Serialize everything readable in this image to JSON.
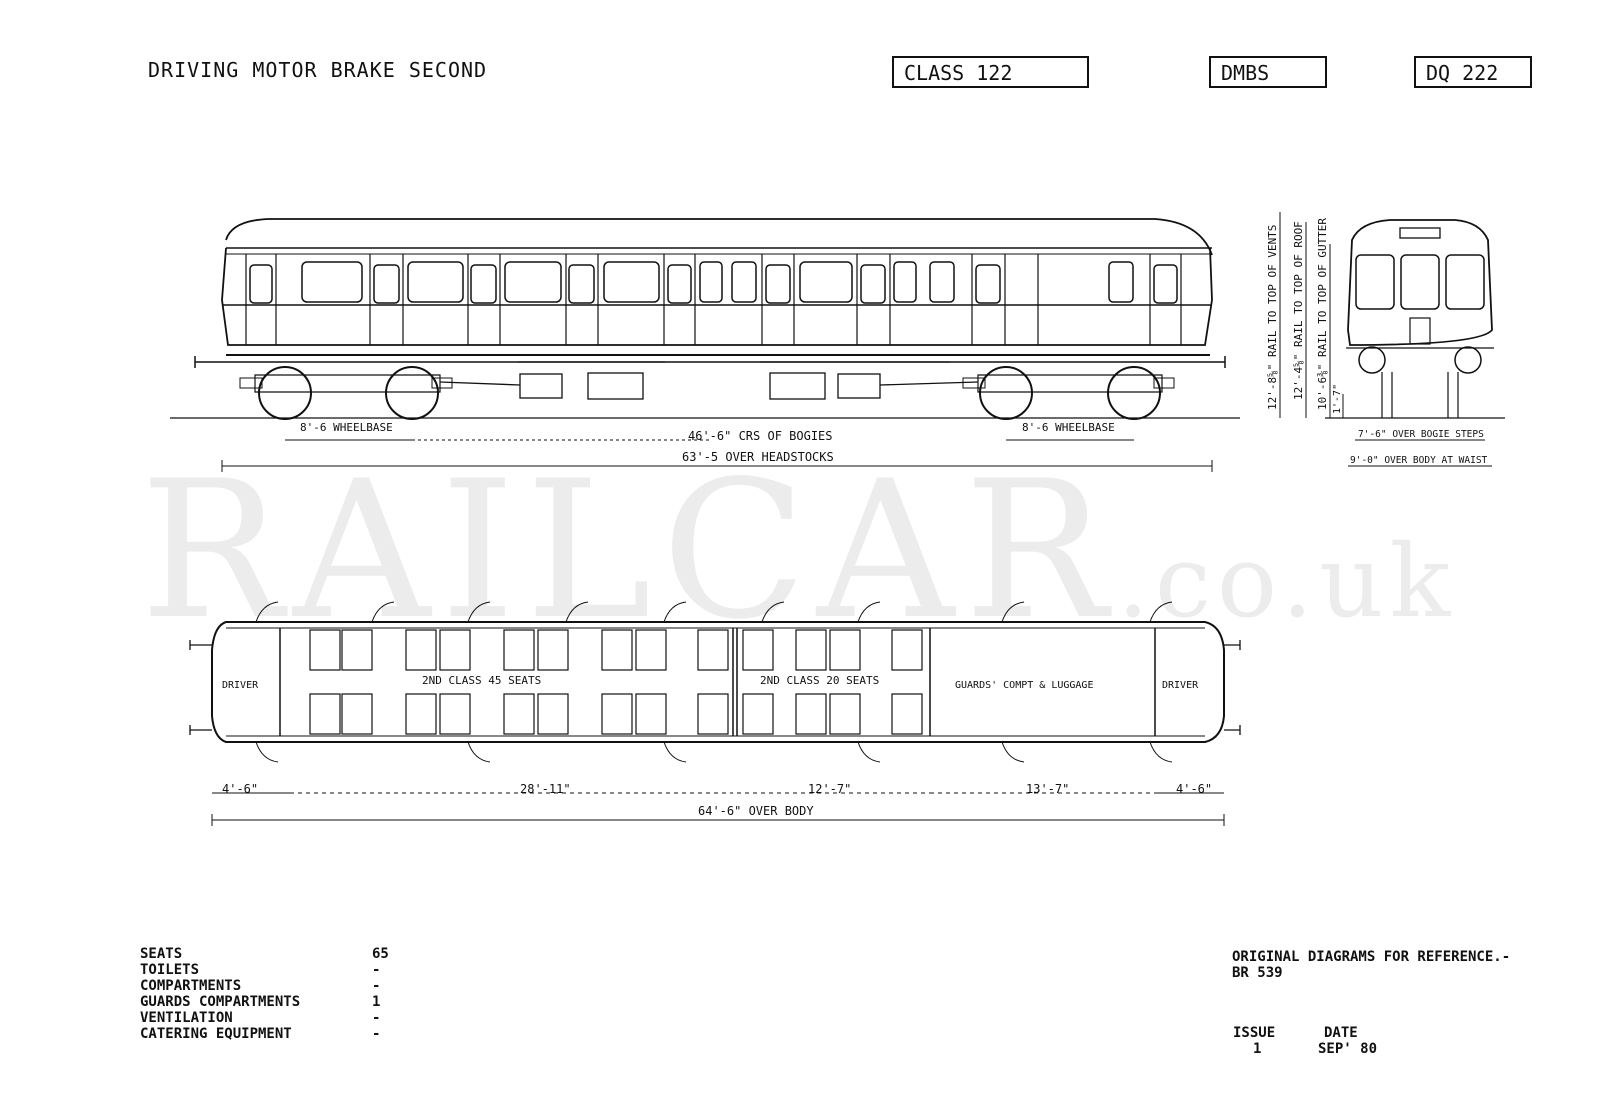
{
  "header": {
    "title": "DRIVING MOTOR BRAKE SECOND",
    "class_label": "CLASS 122",
    "type_code": "DMBS",
    "diagram_code": "DQ 222"
  },
  "watermark": {
    "main": "RAILCAR",
    "suffix": ".co.uk"
  },
  "side_view": {
    "dims": {
      "wheelbase_left": "8'-6 WHEELBASE",
      "bogie_centres": "46'-6\" CRS OF BOGIES",
      "wheelbase_right": "8'-6 WHEELBASE",
      "over_headstocks": "63'-5 OVER HEADSTOCKS"
    }
  },
  "end_view": {
    "dims": {
      "rail_to_vents": "12'-8⅝\" RAIL TO TOP OF VENTS",
      "rail_to_roof": "12'-4⅝\" RAIL TO TOP OF ROOF",
      "rail_to_gutter": "10'-6⅜\" RAIL TO TOP OF GUTTER",
      "step_height": "1'-7\"",
      "over_bogie_steps": "7'-6\" OVER BOGIE STEPS",
      "over_body_waist": "9'-0\" OVER BODY AT WAIST"
    }
  },
  "plan_view": {
    "labels": {
      "driver_left": "DRIVER",
      "second_class_45": "2ND CLASS 45 SEATS",
      "second_class_20": "2ND CLASS 20 SEATS",
      "guards": "GUARDS' COMPT & LUGGAGE",
      "driver_right": "DRIVER"
    },
    "dims": {
      "left_end": "4'-6\"",
      "saloon_45": "28'-11\"",
      "saloon_20": "12'-7\"",
      "guards": "13'-7\"",
      "right_end": "4'-6\"",
      "over_body": "64'-6\" OVER BODY"
    }
  },
  "stats": [
    {
      "label": "SEATS",
      "value": "65"
    },
    {
      "label": "TOILETS",
      "value": "-"
    },
    {
      "label": "COMPARTMENTS",
      "value": "-"
    },
    {
      "label": "GUARDS COMPARTMENTS",
      "value": "1"
    },
    {
      "label": "VENTILATION",
      "value": "-"
    },
    {
      "label": "CATERING EQUIPMENT",
      "value": "-"
    }
  ],
  "reference": {
    "line1": "ORIGINAL DIAGRAMS FOR REFERENCE.-",
    "line2": "BR 539",
    "issue_label": "ISSUE",
    "issue_value": "1",
    "date_label": "DATE",
    "date_value": "SEP' 80"
  }
}
